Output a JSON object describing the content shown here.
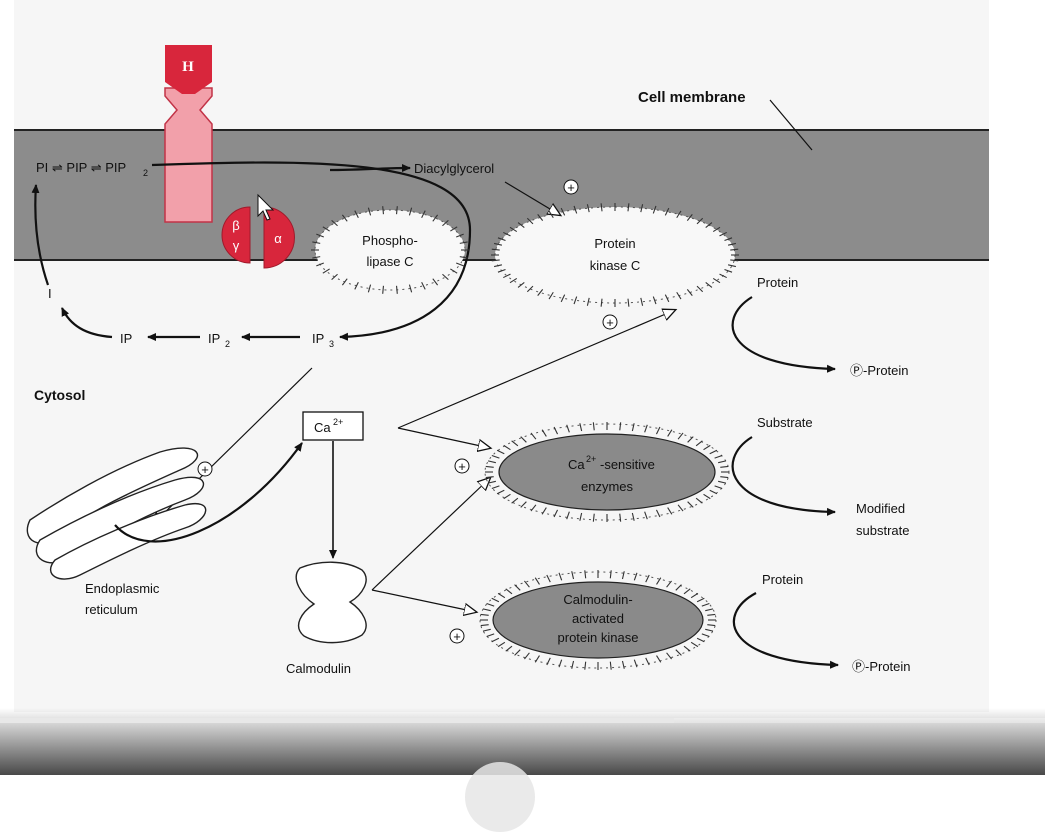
{
  "diagram": {
    "labels": {
      "cell_membrane": "Cell membrane",
      "hormone": "H",
      "pi_chain": "PI ⇌ PIP ⇌ PIP",
      "pip2_sub": "2",
      "diacylglycerol": "Diacylglycerol",
      "beta": "β",
      "gamma": "γ",
      "alpha": "α",
      "plc_line1": "Phospho-",
      "plc_line2": "lipase C",
      "pkc_line1": "Protein",
      "pkc_line2": "kinase C",
      "protein_top": "Protein",
      "p_protein_top": "Ⓟ-Protein",
      "i_label": "I",
      "ip": "IP",
      "ip2": "IP",
      "ip2_sub": "2",
      "ip3": "IP",
      "ip3_sub": "3",
      "cytosol": "Cytosol",
      "ca": "Ca",
      "ca_sup": "2+",
      "ca_enz_line1_a": "Ca",
      "ca_enz_line1_sup": "2+",
      "ca_enz_line1_b": "-sensitive",
      "ca_enz_line2": "enzymes",
      "substrate": "Substrate",
      "modified_line1": "Modified",
      "modified_line2": "substrate",
      "er_line1": "Endoplasmic",
      "er_line2": "reticulum",
      "calmodulin": "Calmodulin",
      "cam_pk_line1": "Calmodulin-",
      "cam_pk_line2": "activated",
      "cam_pk_line3": "protein kinase",
      "protein_bottom": "Protein",
      "p_protein_bottom": "Ⓟ-Protein",
      "plus": "+"
    },
    "colors": {
      "membrane": "#8c8c8c",
      "receptor": "#f2a0aa",
      "hormone": "#d8263c",
      "g_protein": "#d8263c",
      "enzyme_fill": "#8a8a8a",
      "dark": "#111111"
    }
  },
  "video_player": {
    "progress_fraction": 0.645
  }
}
